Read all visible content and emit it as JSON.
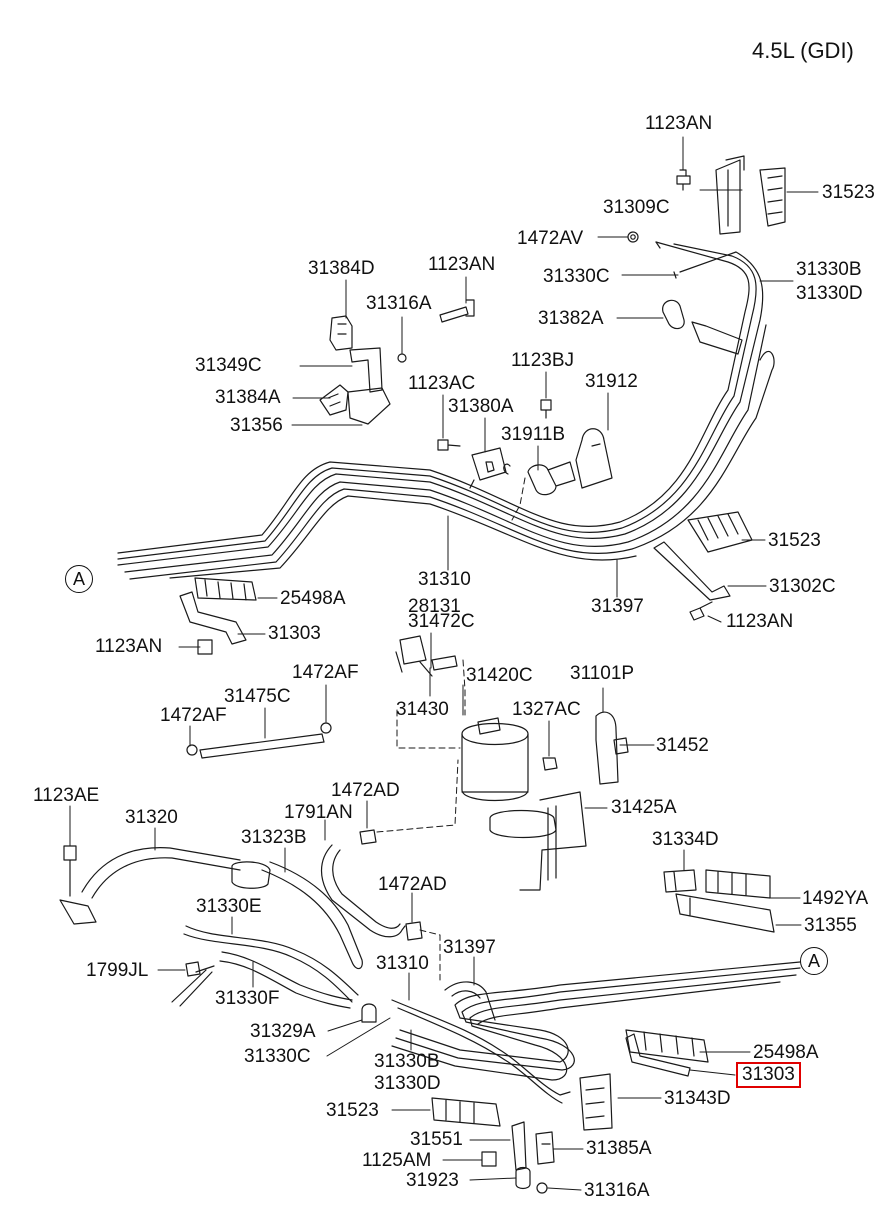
{
  "header": {
    "engine_label": "4.5L (GDI)"
  },
  "highlight_color": "#e00000",
  "connector_marks": {
    "a_right": "A",
    "a_left": "A"
  },
  "part_labels": {
    "p1123AN_top": "1123AN",
    "p31523_top": "31523",
    "p31309C": "31309C",
    "p1472AV": "1472AV",
    "p31330C_top": "31330C",
    "p31330B_top": "31330B",
    "p31330D_top": "31330D",
    "p31384D": "31384D",
    "p1123AN_mid": "1123AN",
    "p31316A_top": "31316A",
    "p31382A": "31382A",
    "p1123BJ": "1123BJ",
    "p31349C": "31349C",
    "p1123AC": "1123AC",
    "p31912": "31912",
    "p31384A": "31384A",
    "p31380A": "31380A",
    "p31356": "31356",
    "p31911B": "31911B",
    "p31523_mid": "31523",
    "p31310_top": "31310",
    "p31302C": "31302C",
    "p25498A_top": "25498A",
    "p31397_top": "31397",
    "p28131": "28131",
    "p1123AN_right": "1123AN",
    "p31303_top": "31303",
    "p31472C": "31472C",
    "p1123AN_left": "1123AN",
    "p1472AF_a": "1472AF",
    "p31420C": "31420C",
    "p31101P": "31101P",
    "p31475C": "31475C",
    "p1472AF_b": "1472AF",
    "p31430": "31430",
    "p1327AC": "1327AC",
    "p31452": "31452",
    "p1123AE": "1123AE",
    "p1472AD_a": "1472AD",
    "p31425A": "31425A",
    "p31320": "31320",
    "p1791AN": "1791AN",
    "p31334D": "31334D",
    "p31323B": "31323B",
    "p1492YA": "1492YA",
    "p31330E": "31330E",
    "p1472AD_b": "1472AD",
    "p31355": "31355",
    "p31397_bot": "31397",
    "p31310_bot": "31310",
    "p1799JL": "1799JL",
    "p31330F": "31330F",
    "p31329A": "31329A",
    "p25498A_bot": "25498A",
    "p31330C_bot": "31330C",
    "p31330B_bot": "31330B",
    "p31303_bot": "31303",
    "p31330D_bot": "31330D",
    "p31343D": "31343D",
    "p31523_bot": "31523",
    "p31551": "31551",
    "p31385A": "31385A",
    "p1125AM": "1125AM",
    "p31923": "31923",
    "p31316A_bot": "31316A"
  }
}
